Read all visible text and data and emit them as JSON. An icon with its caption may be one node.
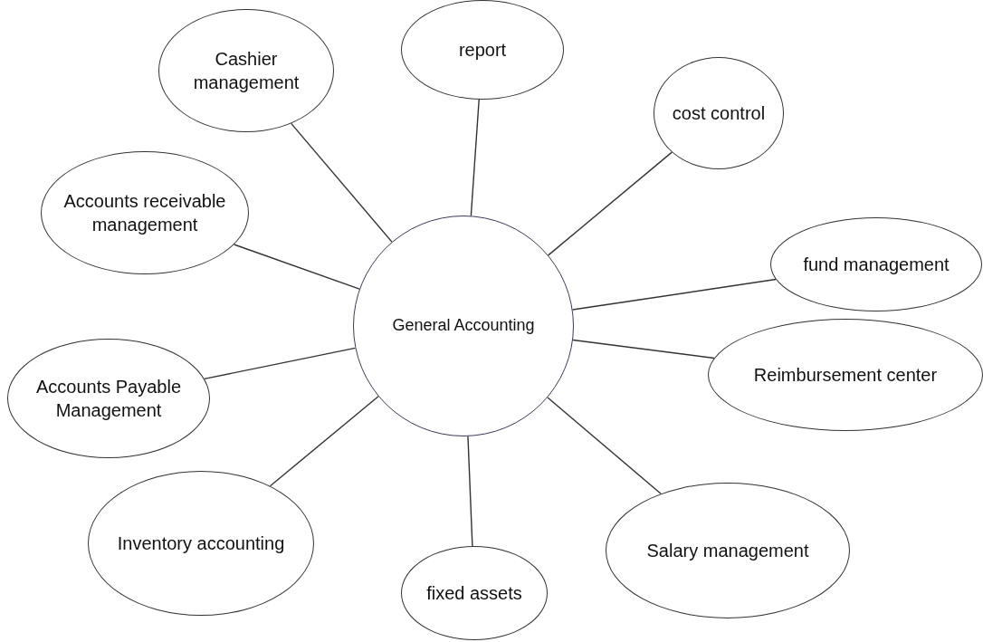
{
  "diagram": {
    "nodes": [
      {
        "text": [
          "General Accounting"
        ]
      },
      {
        "text": [
          "Cashier management"
        ]
      },
      {
        "text": [
          "report"
        ]
      },
      {
        "text": [
          "cost control"
        ]
      },
      {
        "text": [
          "fund management"
        ]
      },
      {
        "text": [
          "Reimbursement center"
        ]
      },
      {
        "text": [
          "Salary management"
        ]
      },
      {
        "text": [
          "fixed assets"
        ]
      },
      {
        "text": [
          "Inventory accounting"
        ]
      },
      {
        "text": [
          "Accounts Payable Management"
        ]
      },
      {
        "text": [
          "Accounts receivable management"
        ]
      }
    ],
    "edges": [
      {
        "from": 0,
        "to": 1,
        "arrow": "none"
      },
      {
        "from": 0,
        "to": 2,
        "arrow": "none"
      },
      {
        "from": 0,
        "to": 3,
        "arrow": "none"
      },
      {
        "from": 0,
        "to": 4,
        "arrow": "none"
      },
      {
        "from": 0,
        "to": 5,
        "arrow": "none"
      },
      {
        "from": 0,
        "to": 6,
        "arrow": "none"
      },
      {
        "from": 0,
        "to": 7,
        "arrow": "none"
      },
      {
        "from": 0,
        "to": 8,
        "arrow": "none"
      },
      {
        "from": 0,
        "to": 9,
        "arrow": "none"
      },
      {
        "from": 0,
        "to": 10,
        "arrow": "none"
      }
    ]
  }
}
